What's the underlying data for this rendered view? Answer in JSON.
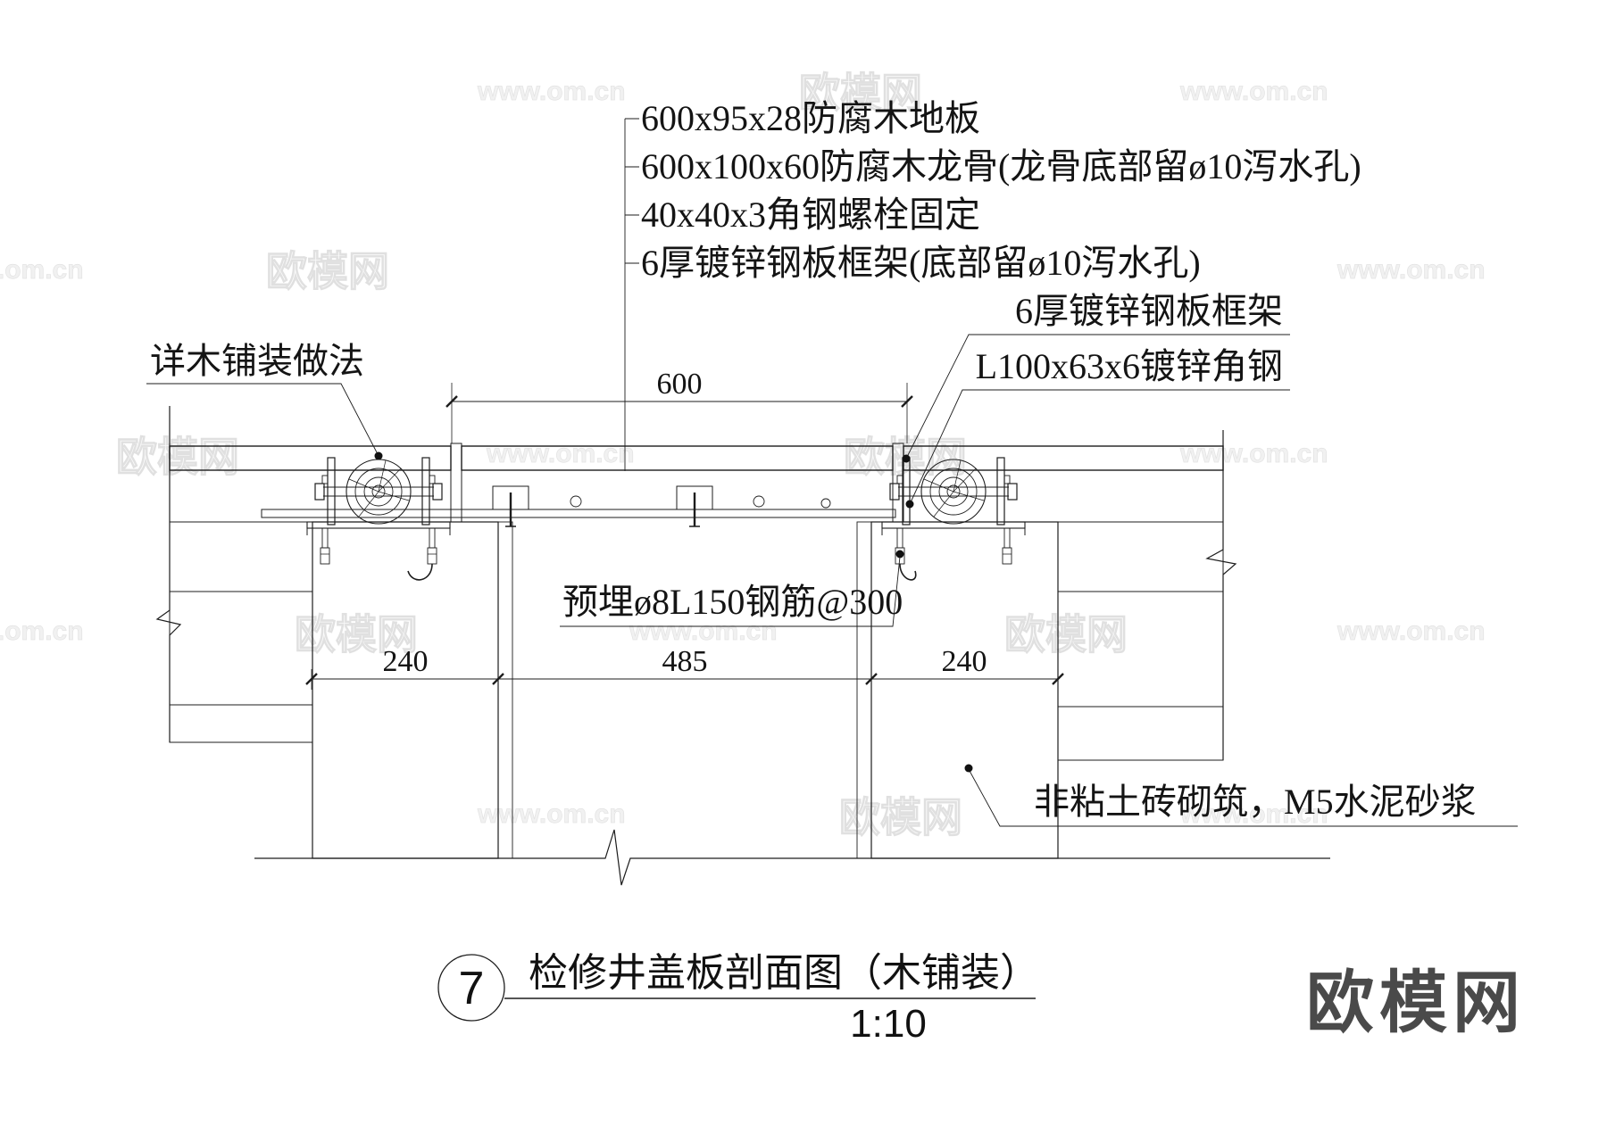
{
  "callouts": {
    "wood_deck": "600x95x28防腐木地板",
    "wood_joist": "600x100x60防腐木龙骨(龙骨底部留ø10泻水孔)",
    "angle_bolt": "40x40x3角钢螺栓固定",
    "steel_frame_drain": "6厚镀锌钢板框架(底部留ø10泻水孔)",
    "steel_frame": "6厚镀锌钢板框架",
    "galv_angle": "L100x63x6镀锌角钢",
    "see_wood_paving": "详木铺装做法",
    "embedded_rebar": "预埋ø8L150钢筋@300",
    "brick_mortar": "非粘土砖砌筑，M5水泥砂浆"
  },
  "dimensions": {
    "cover_width": "600",
    "left_wall": "240",
    "well_width": "485",
    "right_wall": "240"
  },
  "title": {
    "number": "7",
    "text": "检修井盖板剖面图（木铺装）",
    "scale": "1:10"
  },
  "watermark": {
    "url": "www.om.cn",
    "brand": "欧模网"
  },
  "logo": {
    "text": "欧模网"
  },
  "colors": {
    "line": "#1d1d1d",
    "watermark_gray": "#e3e3e3",
    "logo_gray": "#4a4a4a"
  }
}
